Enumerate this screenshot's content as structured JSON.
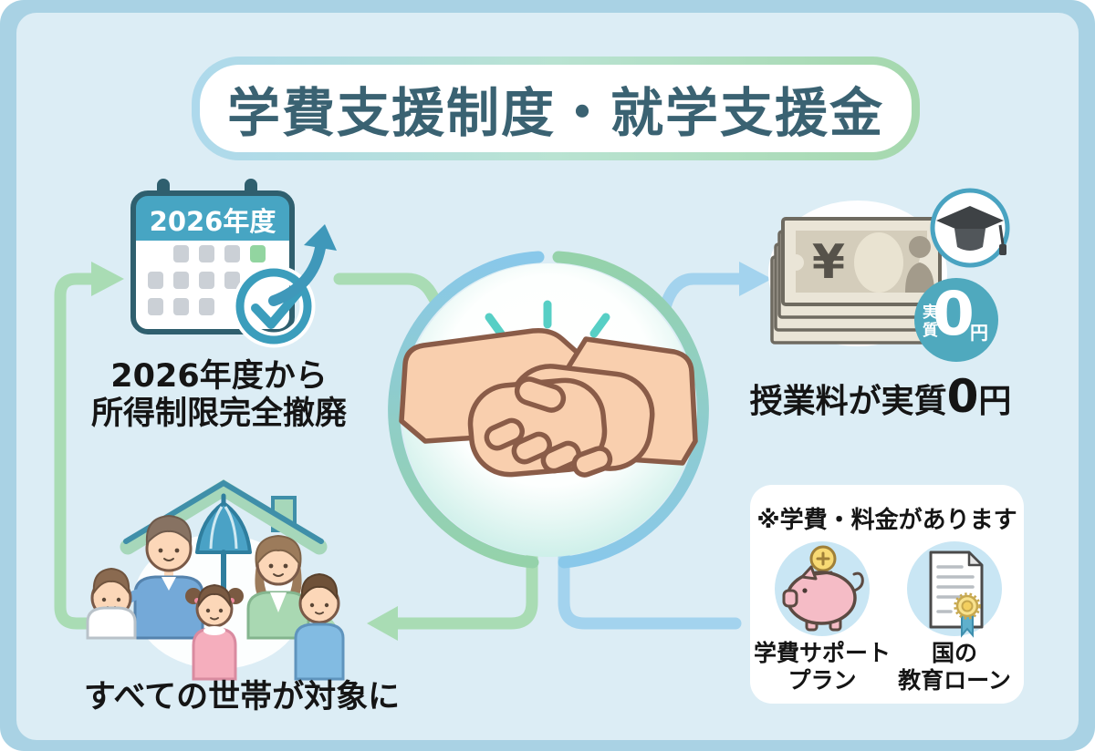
{
  "page": {
    "title": "学費支援制度・就学支援金"
  },
  "calendar": {
    "year_label": "2026年度",
    "caption_line1": "2026年度から",
    "caption_line2": "所得制限完全撤廃"
  },
  "tuition": {
    "currency_symbol": "¥",
    "badge_prefix": "実質",
    "badge_zero": "0",
    "badge_suffix": "円",
    "caption_prefix": "授業料が実質",
    "caption_zero": "0",
    "caption_suffix": "円"
  },
  "family": {
    "caption": "すべての世帯が対象に"
  },
  "support_card": {
    "title": "※学費・料金があります",
    "items": [
      {
        "label_line1": "学費サポート",
        "label_line2": "プラン"
      },
      {
        "label_line1": "国の",
        "label_line2": "教育ローン"
      }
    ]
  },
  "colors": {
    "frame": "#a9d2e4",
    "panel_bg": "#dcedf5",
    "connector_green": "#a9dcb4",
    "connector_blue": "#a3d3ee",
    "teal": "#47a5c3",
    "dark_teal": "#2f5f6e",
    "badge_teal": "#4fa9be",
    "title_text": "#3a6272",
    "pig_pink": "#f5bcc6",
    "coin_yellow": "#f8da74"
  }
}
